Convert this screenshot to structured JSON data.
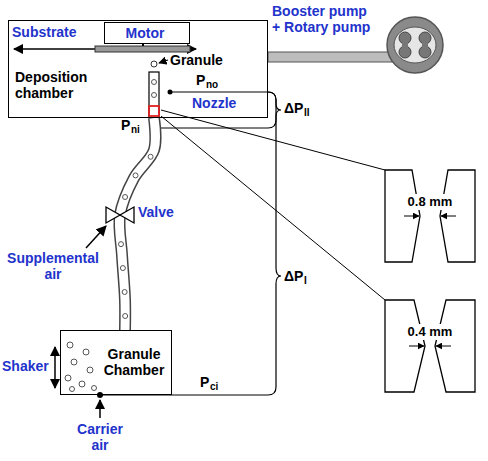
{
  "diagram": {
    "nodes": [
      {
        "text": [
          "Deposition chamber"
        ]
      },
      {
        "text": [
          "Motor"
        ],
        "in": 0
      },
      {
        "text": [
          "Granule Chamber"
        ]
      }
    ],
    "edges": [
      {
        "from": 2,
        "to": 0,
        "arrow": "none"
      }
    ],
    "labels": [
      "Booster pump + Rotary pump",
      "Substrate",
      "Granule",
      "Nozzle",
      "P",
      "no",
      "P",
      "ni",
      "ΔP",
      "II",
      "ΔP",
      "I",
      "0.8 mm",
      "0.4 mm",
      "Valve",
      "Supplemental air",
      "Shaker",
      "Carrier air",
      "P",
      "ci"
    ]
  }
}
